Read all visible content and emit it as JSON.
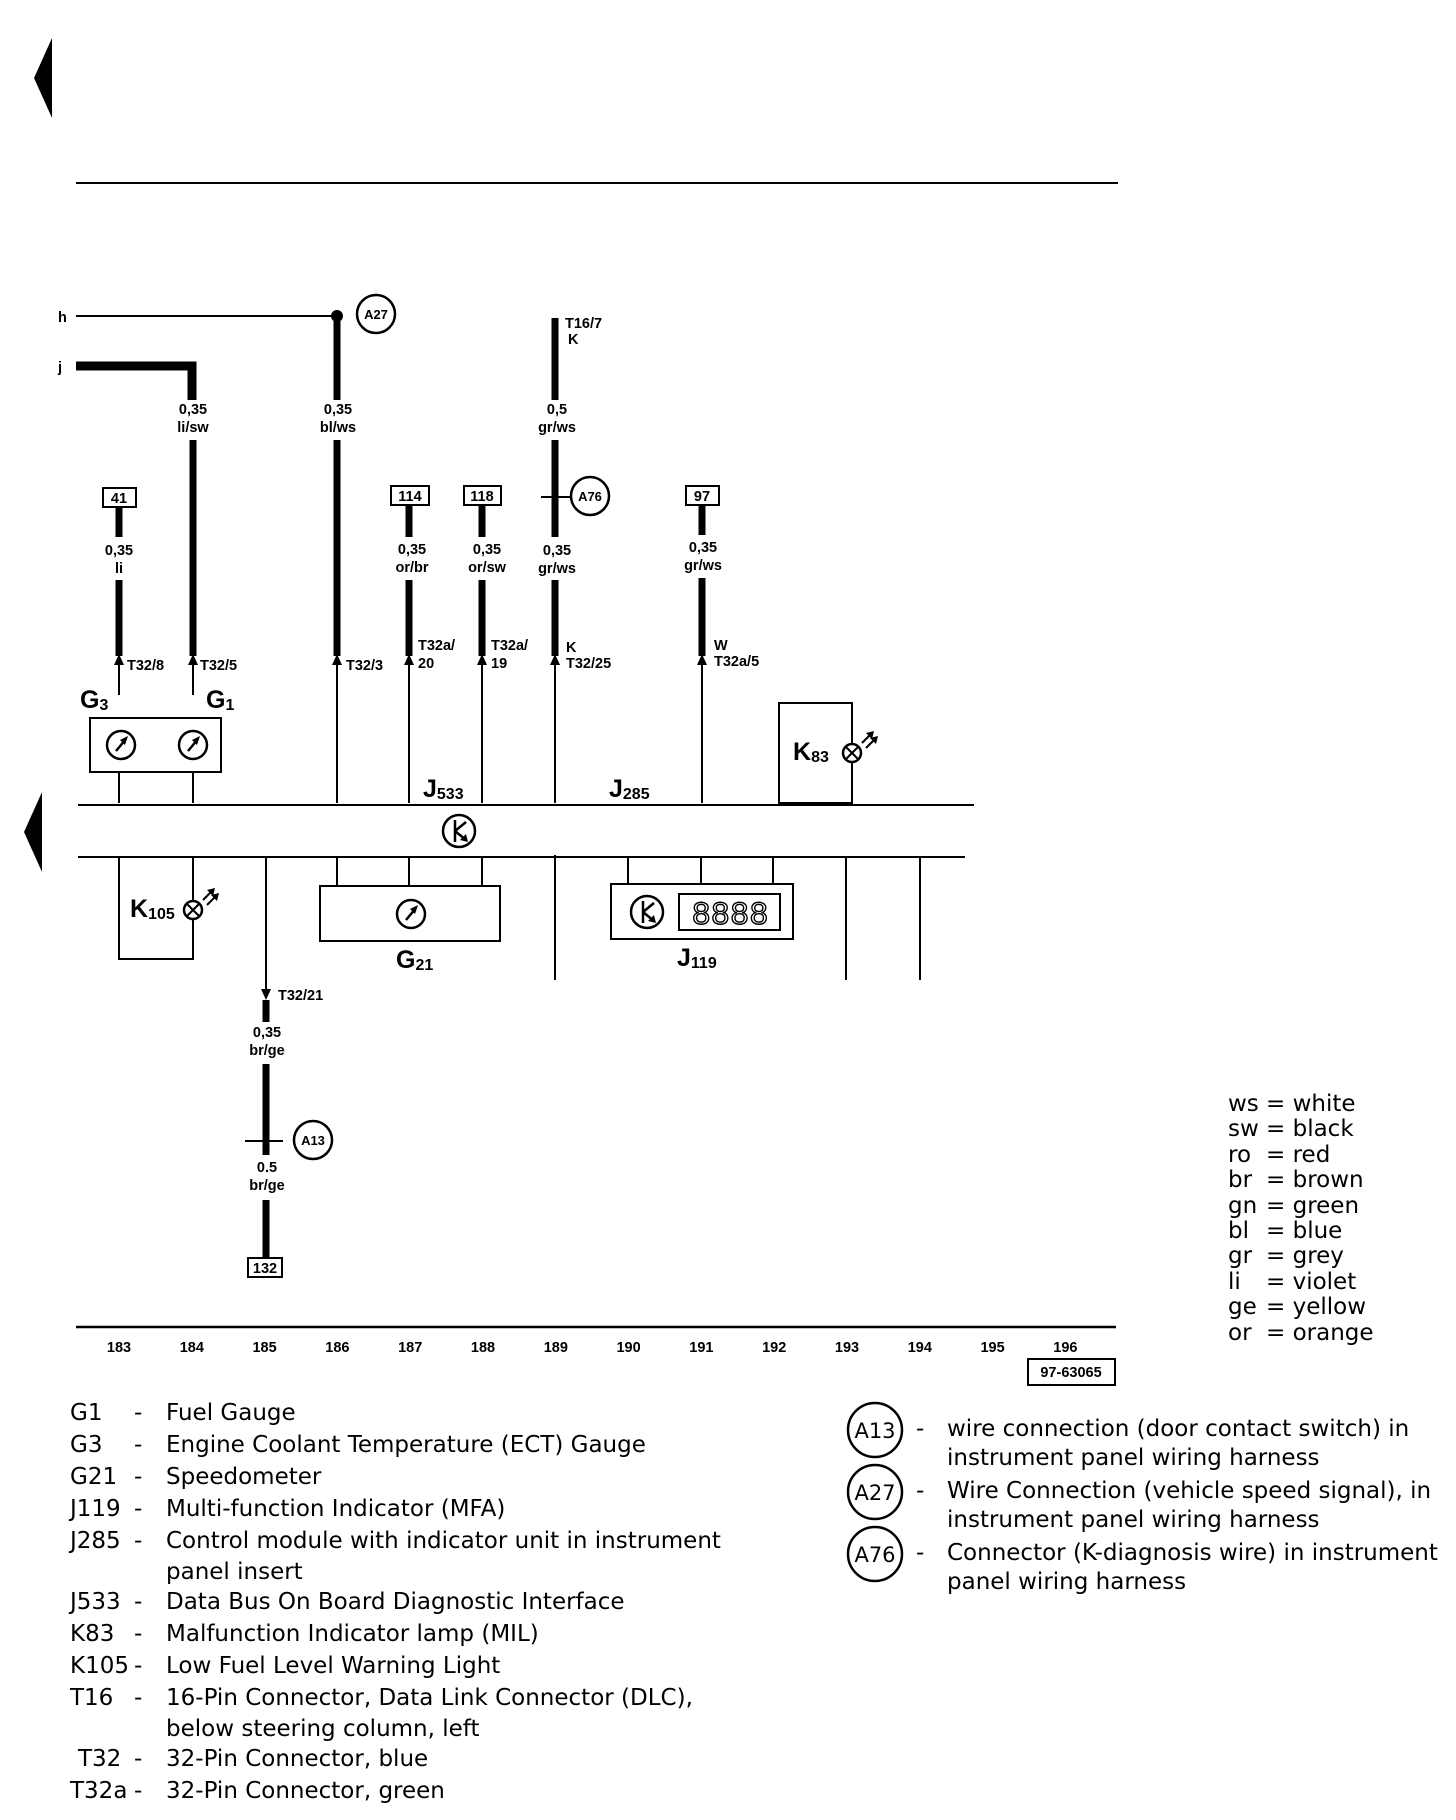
{
  "wires": {
    "h": "h",
    "j": "j",
    "w_li_sw": {
      "size": "0,35",
      "color": "li/sw"
    },
    "w_bl_ws": {
      "size": "0,35",
      "color": "bl/ws"
    },
    "w_gr_ws_top": {
      "size": "0,5",
      "color": "gr/ws"
    },
    "w_li": {
      "size": "0,35",
      "color": "li"
    },
    "w_or_br": {
      "size": "0,35",
      "color": "or/br"
    },
    "w_or_sw": {
      "size": "0,35",
      "color": "or/sw"
    },
    "w_gr_ws_mid": {
      "size": "0,35",
      "color": "gr/ws"
    },
    "w_gr_ws_97": {
      "size": "0,35",
      "color": "gr/ws"
    },
    "w_br_ge_1": {
      "size": "0,35",
      "color": "br/ge"
    },
    "w_br_ge_2": {
      "size": "0.5",
      "color": "br/ge"
    }
  },
  "pins": {
    "t16_7": "T16/7",
    "t16_k": "K",
    "t32_8": "T32/8",
    "t32_5": "T32/5",
    "t32_3": "T32/3",
    "t32a_20_a": "T32a/",
    "t32a_20_b": "20",
    "t32a_19_a": "T32a/",
    "t32a_19_b": "19",
    "t32_25_k": "K",
    "t32_25": "T32/25",
    "t32a_5_w": "W",
    "t32a_5": "T32a/5",
    "t32_21": "T32/21"
  },
  "ref_boxes": {
    "r41": "41",
    "r114": "114",
    "r118": "118",
    "r97": "97",
    "r132": "132"
  },
  "connectors": {
    "a27": "A27",
    "a76": "A76",
    "a13": "A13"
  },
  "components": {
    "g3": {
      "main": "G",
      "sub": "3"
    },
    "g1": {
      "main": "G",
      "sub": "1"
    },
    "j533": {
      "main": "J",
      "sub": "533"
    },
    "j285": {
      "main": "J",
      "sub": "285"
    },
    "k83": {
      "main": "K",
      "sub": "83"
    },
    "k105": {
      "main": "K",
      "sub": "105"
    },
    "g21": {
      "main": "G",
      "sub": "21"
    },
    "j119": {
      "main": "J",
      "sub": "119"
    },
    "display": "8888"
  },
  "axis": [
    "183",
    "184",
    "185",
    "186",
    "187",
    "188",
    "189",
    "190",
    "191",
    "192",
    "193",
    "194",
    "195",
    "196"
  ],
  "figure_ref": "97-63065",
  "color_legend": [
    {
      "code": "ws",
      "name": "white"
    },
    {
      "code": "sw",
      "name": "black"
    },
    {
      "code": "ro",
      "name": "red"
    },
    {
      "code": "br",
      "name": "brown"
    },
    {
      "code": "gn",
      "name": "green"
    },
    {
      "code": "bl",
      "name": "blue"
    },
    {
      "code": "gr",
      "name": "grey"
    },
    {
      "code": "li",
      "name": "violet"
    },
    {
      "code": "ge",
      "name": "yellow"
    },
    {
      "code": "or",
      "name": "orange"
    }
  ],
  "legend": [
    {
      "code": "G1",
      "dash": "-",
      "lines": [
        "Fuel Gauge"
      ]
    },
    {
      "code": "G3",
      "dash": "-",
      "lines": [
        "Engine Coolant Temperature (ECT) Gauge"
      ]
    },
    {
      "code": "G21",
      "dash": "-",
      "lines": [
        "Speedometer"
      ]
    },
    {
      "code": "J119",
      "dash": "-",
      "lines": [
        "Multi-function Indicator (MFA)"
      ]
    },
    {
      "code": "J285",
      "dash": "-",
      "lines": [
        "Control module with indicator unit in instrument",
        "panel insert"
      ]
    },
    {
      "code": "J533",
      "dash": "-",
      "lines": [
        "Data Bus On Board Diagnostic Interface"
      ]
    },
    {
      "code": "K83",
      "dash": "-",
      "lines": [
        "Malfunction Indicator lamp (MIL)"
      ]
    },
    {
      "code": "K105",
      "dash": "-",
      "lines": [
        "Low Fuel Level Warning Light"
      ]
    },
    {
      "code": "T16",
      "dash": "-",
      "lines": [
        "16-Pin Connector, Data Link Connector (DLC),",
        "below steering column, left"
      ]
    },
    {
      "code": "T32",
      "dash": "-",
      "lines": [
        "32-Pin Connector, blue"
      ]
    },
    {
      "code": "T32a",
      "dash": "-",
      "lines": [
        "32-Pin Connector, green"
      ]
    }
  ],
  "connector_legend": [
    {
      "code": "A13",
      "dash": "-",
      "lines": [
        "wire connection (door contact switch) in",
        "instrument panel wiring harness"
      ]
    },
    {
      "code": "A27",
      "dash": "-",
      "lines": [
        "Wire Connection (vehicle speed signal), in",
        "instrument panel wiring harness"
      ]
    },
    {
      "code": "A76",
      "dash": "-",
      "lines": [
        "Connector (K-diagnosis wire) in instrument",
        "panel wiring harness"
      ]
    }
  ]
}
